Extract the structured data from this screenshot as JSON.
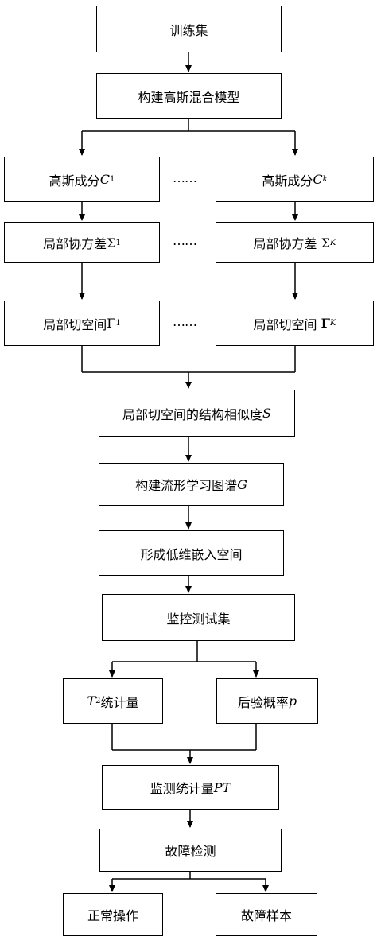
{
  "nodes": {
    "training_set": "训练集",
    "build_gmm": "构建高斯混合模型",
    "gauss_1": {
      "text": "高斯成分",
      "sym": "C",
      "sub": "1"
    },
    "gauss_k": {
      "text": "高斯成分",
      "sym": "C",
      "sub": "k"
    },
    "cov_1": {
      "text": "局部协方差",
      "sym": "Σ",
      "sub": "1"
    },
    "cov_k": {
      "text": "局部协方差",
      "sym": "Σ",
      "sub": "K"
    },
    "tan_1": {
      "text": "局部切空间",
      "sym": "Γ",
      "sub": "1"
    },
    "tan_k": {
      "text": "局部切空间",
      "sym": "Γ",
      "sub": "K"
    },
    "similarity": {
      "text": "局部切空间的结构相似度",
      "sym": "S"
    },
    "graph": {
      "text": "构建流形学习图谱",
      "sym": "G"
    },
    "embedding": "形成低维嵌入空间",
    "monitor_test": "监控测试集",
    "t2": {
      "sym": "T",
      "sup": "2",
      "text": "统计量"
    },
    "posterior": {
      "text": "后验概率",
      "sym": "p"
    },
    "pt": {
      "text": "监测统计量",
      "sym": "PT"
    },
    "fault_detect": "故障检测",
    "normal": "正常操作",
    "fault_sample": "故障样本"
  },
  "ellipsis": "……"
}
